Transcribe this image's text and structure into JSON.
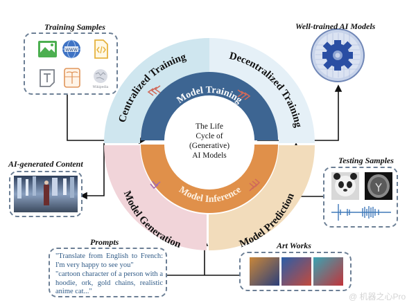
{
  "center": {
    "lines": [
      "The Life",
      "Cycle of",
      "(Generative)",
      "AI Models"
    ]
  },
  "inner_ring": {
    "top_label": "Model Training",
    "bottom_label": "Model Inference",
    "top_color": "#3d6592",
    "bottom_color": "#e0904a"
  },
  "outer_ring": {
    "segments": [
      {
        "label": "Centralized Training",
        "color": "#cfe6ef"
      },
      {
        "label": "Decentralized Training",
        "color": "#e5f0f7"
      },
      {
        "label": "Model Generation",
        "color": "#f1d4d9"
      },
      {
        "label": "Model Prediction",
        "color": "#f2dcbb"
      }
    ]
  },
  "training_samples": {
    "title": "Training Samples",
    "icons": [
      "image-icon",
      "www-globe-icon",
      "code-file-icon",
      "text-file-icon",
      "book-icon",
      "wikipedia-icon"
    ],
    "wikipedia_caption": "Wikipedia"
  },
  "well_trained_models": {
    "title": "Well-trained AI Models"
  },
  "ai_generated_content": {
    "title": "AI-generated Content"
  },
  "testing_samples": {
    "title": "Testing Samples"
  },
  "prompts": {
    "title": "Prompts",
    "items": [
      "\"Translate from English to French: I'm very happy to see you\"",
      "\"cartoon character of a person with a hoodie, ork, gold chains, realistic anime cat...\""
    ]
  },
  "art_works": {
    "title": "Art Works"
  },
  "watermark": "@ 机器之心Pro"
}
